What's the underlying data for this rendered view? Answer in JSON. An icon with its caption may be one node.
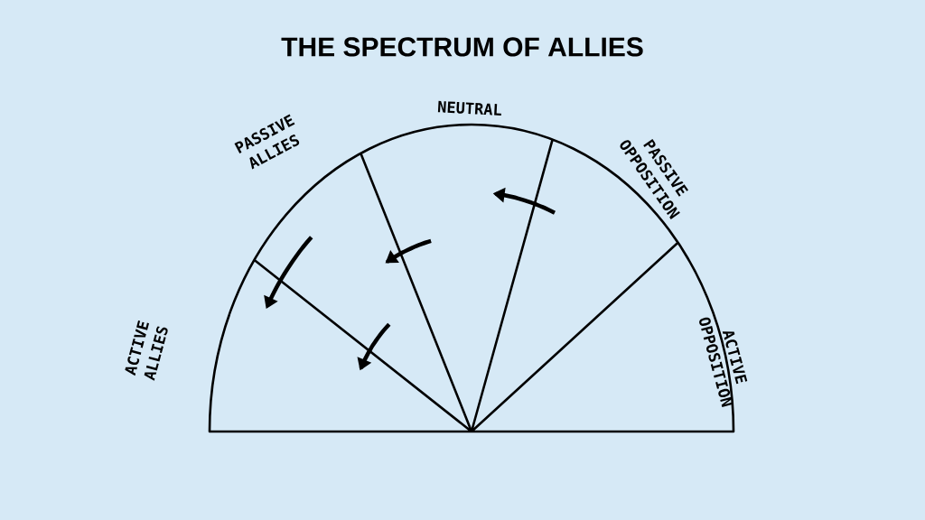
{
  "diagram": {
    "title": "THE SPECTRUM OF ALLIES",
    "labels": [
      "PASSIVE ALLIES",
      "NEUTRAL",
      "PASSIVE OPPOSITION",
      "ACTIVE ALLIES",
      "ACTIVE OPPOSITION"
    ]
  }
}
